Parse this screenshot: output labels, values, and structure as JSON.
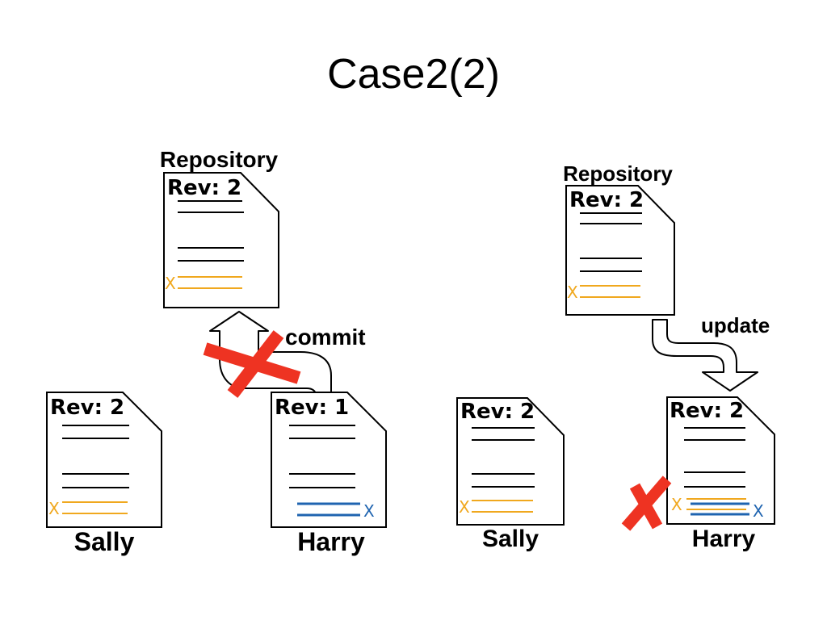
{
  "title": "Case2(2)",
  "labels": {
    "repository": "Repository",
    "commit": "commit",
    "update": "update",
    "sally": "Sally",
    "harry": "Harry"
  },
  "revisions": {
    "left_repository": "Rev: 2",
    "left_sally": "Rev: 2",
    "left_harry": "Rev: 1",
    "right_repository": "Rev: 2",
    "right_sally": "Rev: 2",
    "right_harry": "Rev: 2"
  },
  "change_marks": {
    "sally_change": "X",
    "harry_change": "X"
  },
  "colors": {
    "sally_change": "#F0A81E",
    "harry_change": "#1F64B0",
    "rejected_mark": "#EE3322",
    "text_line": "#000000"
  }
}
